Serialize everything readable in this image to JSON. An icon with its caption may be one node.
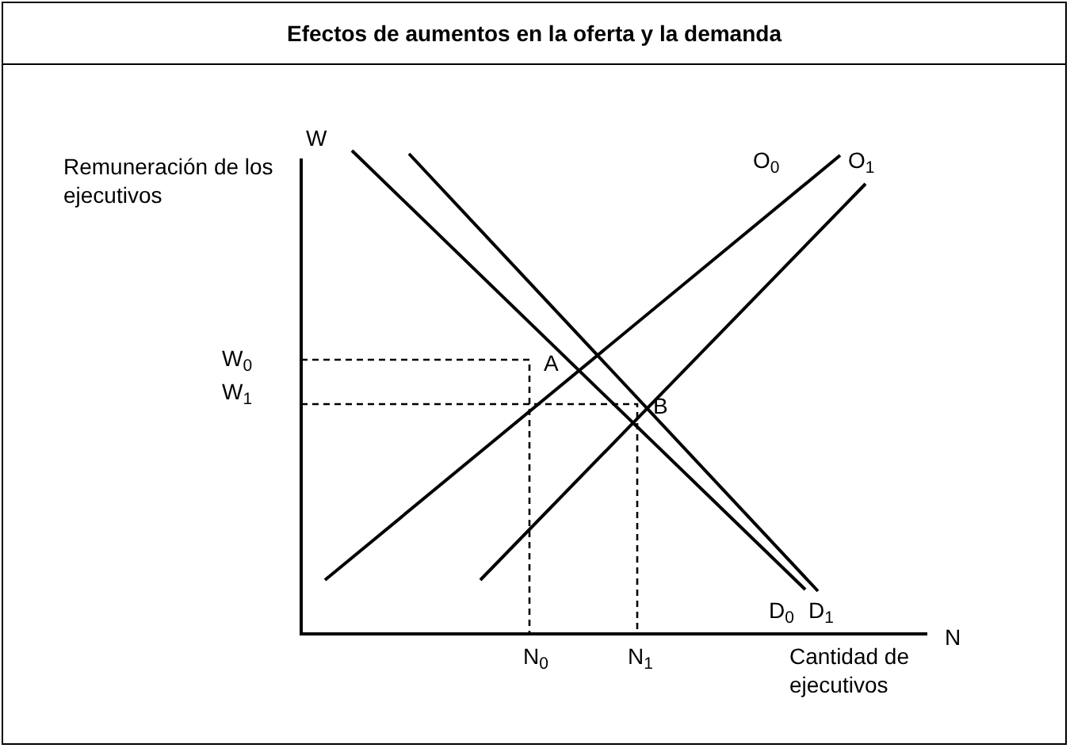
{
  "diagram": {
    "title": "Efectos de aumentos en la oferta y la demanda",
    "labels": [
      "W",
      "Remuneración de los ejecutivos",
      "O$_{0}$",
      "O$_{1}$",
      "W$_{0}$",
      "A",
      "W$_{1}$",
      "B",
      "D$_{0}$",
      "D$_{1}$",
      "N",
      "N$_{0}$",
      "N$_{1}$",
      "Cantidad de ejecutivos"
    ]
  }
}
